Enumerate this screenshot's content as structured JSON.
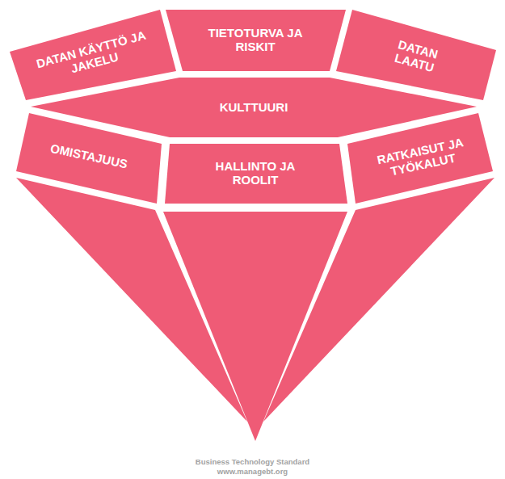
{
  "diagram": {
    "nodes": [
      {
        "text": [
          "DATAN KÄYTTÖ JA JAKELU"
        ]
      },
      {
        "text": [
          "TIETOTURVA JA RISKIT"
        ]
      },
      {
        "text": [
          "DATAN LAATU"
        ]
      },
      {
        "text": [
          "KULTTUURI"
        ]
      },
      {
        "text": [
          "OMISTAJUUS"
        ]
      },
      {
        "text": [
          "HALLINTO JA ROOLIT"
        ]
      },
      {
        "text": [
          "RATKAISUT JA TYÖKALUT"
        ]
      }
    ],
    "labels": [
      "Business Technology Standard",
      "www.managebt.org"
    ]
  }
}
